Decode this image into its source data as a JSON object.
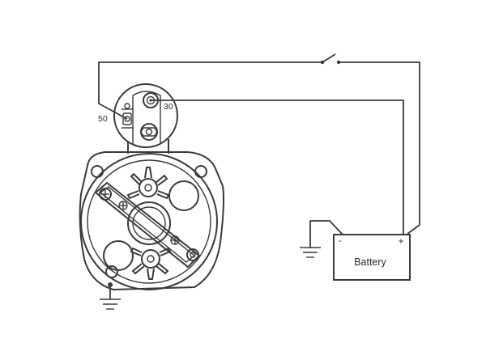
{
  "labels": {
    "terminal_30": "30",
    "terminal_50": "50",
    "battery": "Battery",
    "battery_negative": "-",
    "battery_positive": "+"
  },
  "colors": {
    "line": "#3a3a3a",
    "background": "#ffffff"
  }
}
